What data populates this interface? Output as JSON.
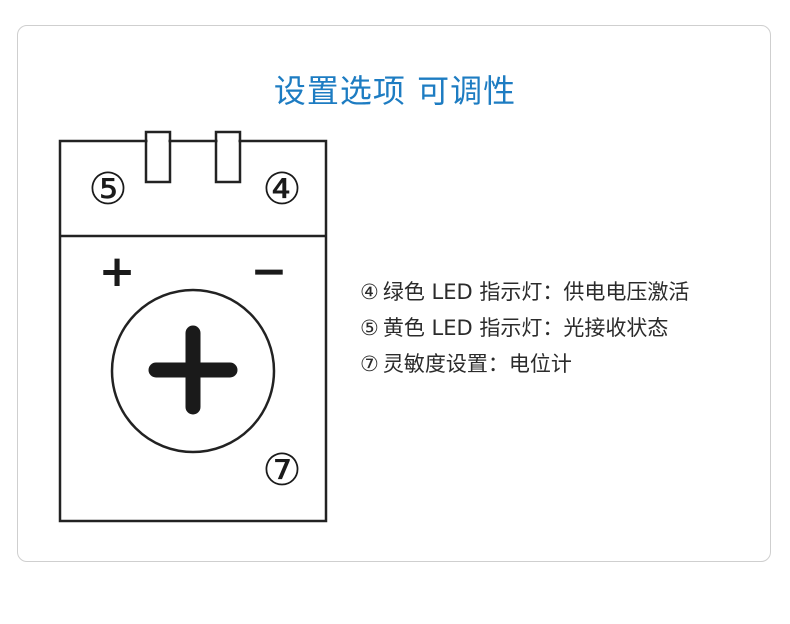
{
  "title": "设置选项 可调性",
  "diagram": {
    "marker_5": "⑤",
    "marker_4": "④",
    "marker_7": "⑦",
    "plus_sign": "+",
    "minus_sign": "−",
    "colors": {
      "title": "#1d7cc2",
      "stroke": "#222222",
      "text": "#2b2b2b"
    }
  },
  "legend": [
    {
      "num": "④",
      "text": "绿色 LED 指示灯：供电电压激活"
    },
    {
      "num": "⑤",
      "text": "黄色 LED 指示灯：光接收状态"
    },
    {
      "num": "⑦",
      "text": "灵敏度设置：电位计"
    }
  ]
}
